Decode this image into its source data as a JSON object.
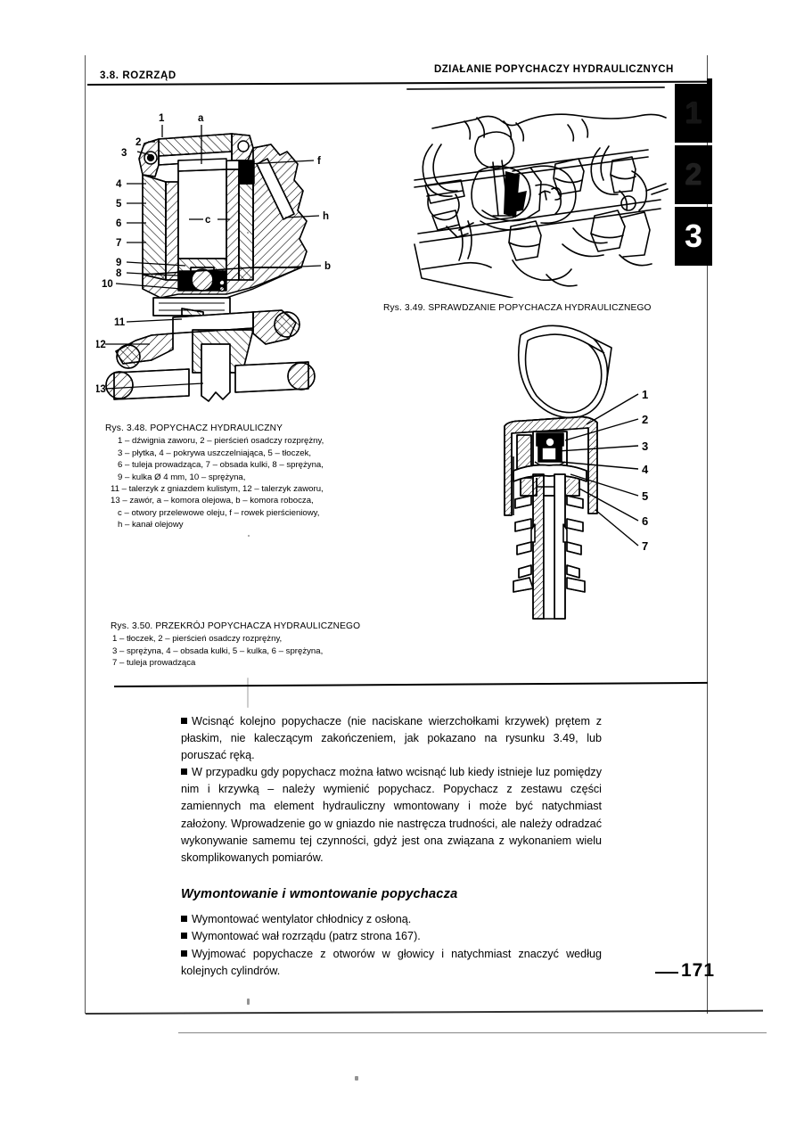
{
  "header": {
    "section": "3.8. ROZRZĄD",
    "topic": "DZIAŁANIE POPYCHACZY HYDRAULICZNYCH"
  },
  "tabs": [
    {
      "label": "1"
    },
    {
      "label": "2"
    },
    {
      "label": "3"
    }
  ],
  "figures": {
    "fig348": {
      "caption_title": "Rys. 3.48. POPYCHACZ HYDRAULICZNY",
      "legend": [
        "1 –  dźwignia zaworu, 2 – pierścień osadczy rozprężny,",
        "3 –  płytka, 4 – pokrywa uszczelniająca, 5 – tłoczek,",
        "6 –  tuleja prowadząca, 7 – obsada kulki, 8 – sprężyna,",
        "9 –  kulka Ø 4 mm, 10 – sprężyna,",
        "11 –  talerzyk z gniazdem kulistym, 12 – talerzyk zaworu,",
        "13 –  zawór, a – komora olejowa, b – komora robocza,",
        "c –  otwory przelewowe oleju, f – rowek pierścieniowy,",
        "h –  kanał olejowy"
      ],
      "callouts_left": [
        "1",
        "2",
        "3",
        "4",
        "5",
        "6",
        "7",
        "9",
        "8",
        "10",
        "11",
        "12",
        "13"
      ],
      "callouts_right": [
        "f",
        "h",
        "b"
      ],
      "callouts_inner": [
        "a",
        "c"
      ]
    },
    "fig349": {
      "caption_title": "Rys. 3.49. SPRAWDZANIE POPYCHACZA HYDRAULICZNEGO"
    },
    "fig350": {
      "caption_title": "Rys. 3.50. PRZEKRÓJ POPYCHACZA HYDRAULICZNEGO",
      "legend": [
        "1 –  tłoczek, 2 – pierścień osadczy rozprężny,",
        "3 –  sprężyna, 4 – obsada kulki, 5 – kulka, 6 – sprężyna,",
        "7 –  tuleja prowadząca"
      ],
      "callouts": [
        "1",
        "2",
        "3",
        "4",
        "5",
        "6",
        "7"
      ]
    }
  },
  "body": {
    "para1": "Wcisnąć kolejno popychacze (nie naciskane wierzchołkami krzywek) prętem z płaskim, nie kaleczącym zakończeniem, jak pokazano na rysunku 3.49, lub poruszać ręką.",
    "para2": "W przypadku gdy popychacz można łatwo wcisnąć lub kiedy istnieje luz pomiędzy nim i krzywką – należy wymienić popychacz. Popychacz z zestawu części zamiennych ma element hydrauliczny wmontowany i może być natychmiast założony. Wprowadzenie go w gniazdo nie nastręcza trudności, ale należy odradzać wykonywanie samemu tej czynności, gdyż jest ona związana z wykonaniem wielu skomplikowanych pomiarów.",
    "subhead": "Wymontowanie i wmontowanie popychacza",
    "step1": "Wymontować wentylator chłodnicy z osłoną.",
    "step2": "Wymontować wał rozrządu (patrz strona 167).",
    "step3": "Wyjmować popychacze z otworów w głowicy i natychmiast znaczyć według kolejnych cylindrów."
  },
  "page_number": "171"
}
